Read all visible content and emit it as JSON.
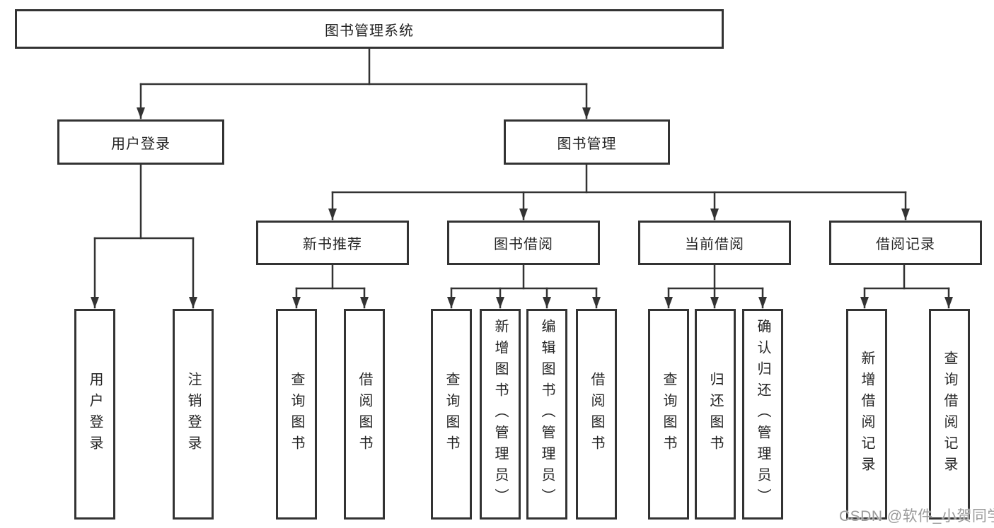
{
  "tree": {
    "label": "图书管理系统",
    "children": [
      {
        "label": "用户登录",
        "children": [
          {
            "label": "用户登录"
          },
          {
            "label": "注销登录"
          }
        ]
      },
      {
        "label": "图书管理",
        "children": [
          {
            "label": "新书推荐",
            "children": [
              {
                "label": "查询图书"
              },
              {
                "label": "借阅图书"
              }
            ]
          },
          {
            "label": "图书借阅",
            "children": [
              {
                "label": "查询图书"
              },
              {
                "label": "新增图书（管理员）"
              },
              {
                "label": "编辑图书（管理员）"
              },
              {
                "label": "借阅图书"
              }
            ]
          },
          {
            "label": "当前借阅",
            "children": [
              {
                "label": "查询图书"
              },
              {
                "label": "归还图书"
              },
              {
                "label": "确认归还（管理员）"
              }
            ]
          },
          {
            "label": "借阅记录",
            "children": [
              {
                "label": "新增借阅记录"
              },
              {
                "label": "查询借阅记录"
              }
            ]
          }
        ]
      }
    ]
  },
  "watermark": {
    "text": "CSDN @软件_小贺同学"
  },
  "colors": {
    "line": "#333333",
    "box_border": "#333333",
    "text": "#262626",
    "watermark": "#9b9b9b",
    "background": "#ffffff"
  }
}
